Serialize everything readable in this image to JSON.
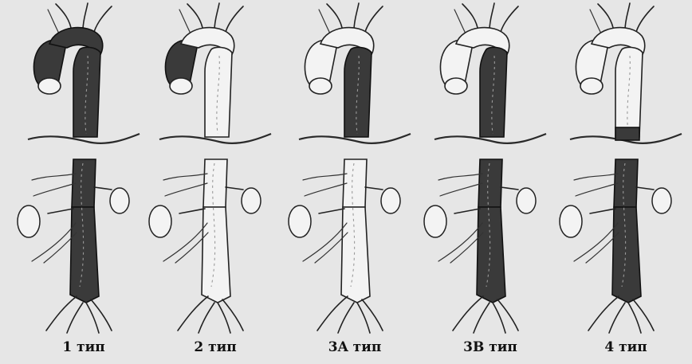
{
  "figure": {
    "panels": [
      {
        "label": "1 тип",
        "variant": "type-1"
      },
      {
        "label": "2 тип",
        "variant": "type-2"
      },
      {
        "label": "3A тип",
        "variant": "type-3a"
      },
      {
        "label": "3B тип",
        "variant": "type-3b"
      },
      {
        "label": "4 тип",
        "variant": "type-4"
      }
    ],
    "colors": {
      "background": "#e6e6e6",
      "dissected_segment": "#3a3a3a",
      "vessel_outline": "#222222"
    }
  }
}
